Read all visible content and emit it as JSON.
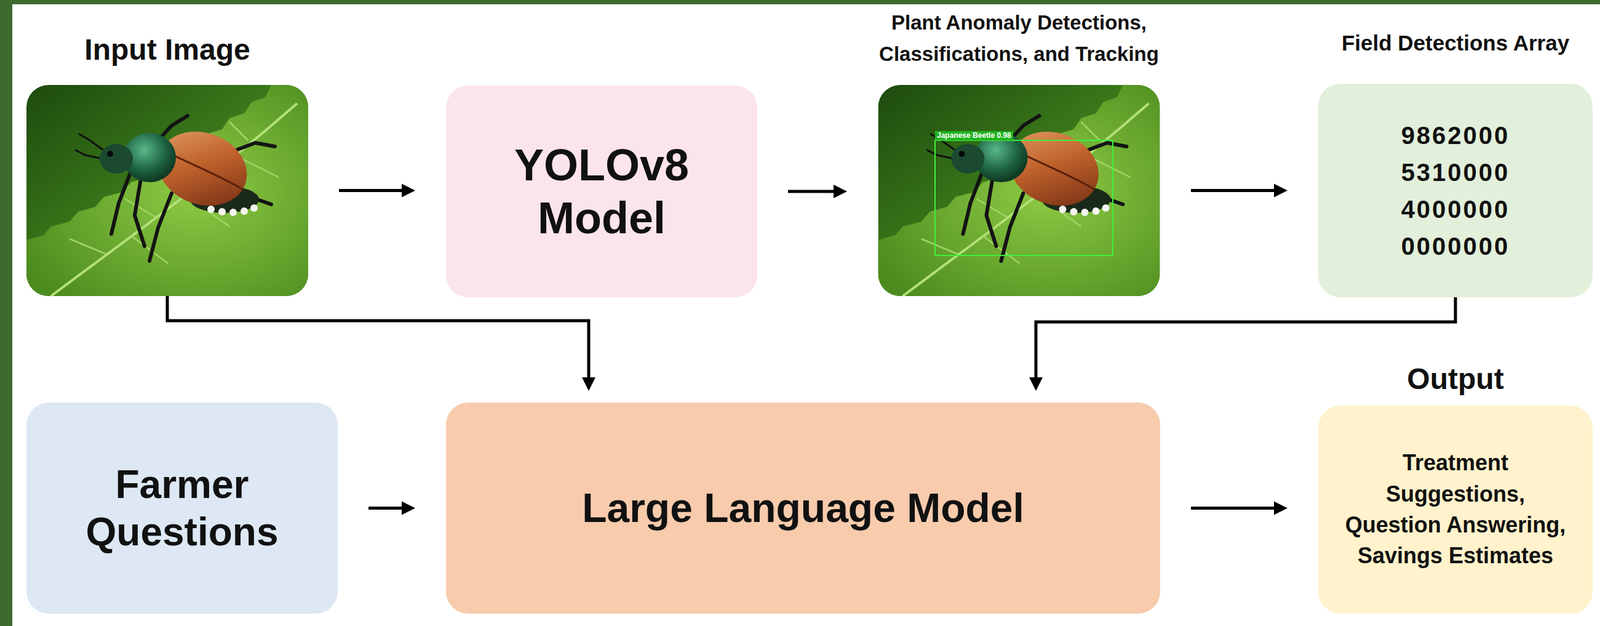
{
  "diagram": {
    "nodes": [
      {
        "text": [
          "Input Image"
        ]
      },
      {
        "text": [
          "YOLOv8 Model"
        ]
      },
      {
        "text": [
          "Plant Anomaly Detections, Classifications, and Tracking"
        ]
      },
      {
        "text": [
          "Field Detections Array",
          "9862000 5310000 4000000 0000000"
        ]
      },
      {
        "text": [
          "Farmer Questions"
        ]
      },
      {
        "text": [
          "Large Language Model"
        ]
      },
      {
        "text": [
          "Output",
          "Treatment Suggestions, Question Answering, Savings Estimates"
        ]
      }
    ],
    "edges": [
      {
        "from": 0,
        "to": 1,
        "arrow": "to"
      },
      {
        "from": 1,
        "to": 2,
        "arrow": "to"
      },
      {
        "from": 2,
        "to": 3,
        "arrow": "to"
      },
      {
        "from": 0,
        "to": 5,
        "arrow": "to"
      },
      {
        "from": 3,
        "to": 5,
        "arrow": "to"
      },
      {
        "from": 4,
        "to": 5,
        "arrow": "to"
      },
      {
        "from": 5,
        "to": 6,
        "arrow": "to"
      }
    ],
    "labels": [
      "Japanese Beetle 0.98"
    ]
  }
}
